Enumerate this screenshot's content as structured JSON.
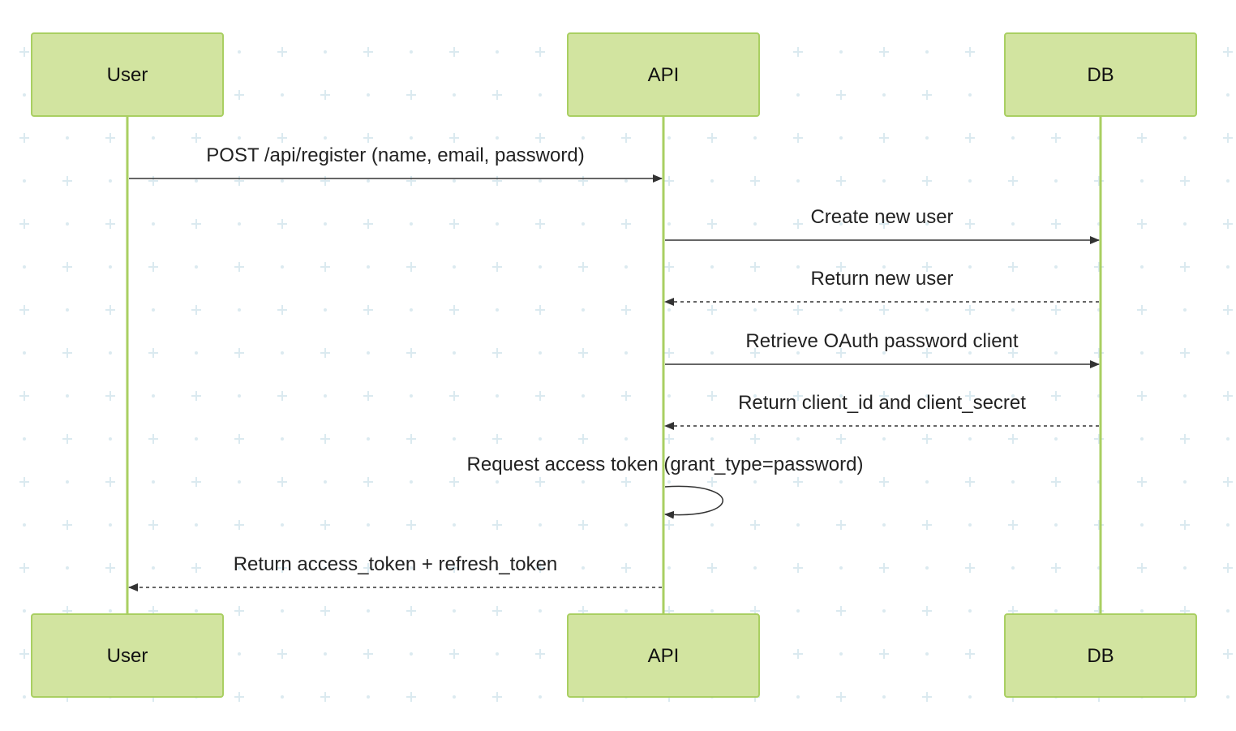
{
  "diagram": {
    "type": "sequence",
    "colors": {
      "actor_fill": "#d2e4a0",
      "actor_stroke": "#a9cf62",
      "lifeline": "#a9cf62",
      "arrow": "#333333",
      "text": "#222222",
      "grid_dots": "#dbeaf0"
    },
    "actors": [
      {
        "id": "user",
        "label": "User"
      },
      {
        "id": "api",
        "label": "API"
      },
      {
        "id": "db",
        "label": "DB"
      }
    ],
    "messages": [
      {
        "from": "user",
        "to": "api",
        "label": "POST /api/register (name, email, password)",
        "style": "solid"
      },
      {
        "from": "api",
        "to": "db",
        "label": "Create new user",
        "style": "solid"
      },
      {
        "from": "db",
        "to": "api",
        "label": "Return new user",
        "style": "dashed"
      },
      {
        "from": "api",
        "to": "db",
        "label": "Retrieve OAuth password client",
        "style": "solid"
      },
      {
        "from": "db",
        "to": "api",
        "label": "Return client_id and client_secret",
        "style": "dashed"
      },
      {
        "from": "api",
        "to": "api",
        "label": "Request access token (grant_type=password)",
        "style": "solid"
      },
      {
        "from": "api",
        "to": "user",
        "label": "Return access_token + refresh_token",
        "style": "dashed"
      }
    ]
  }
}
